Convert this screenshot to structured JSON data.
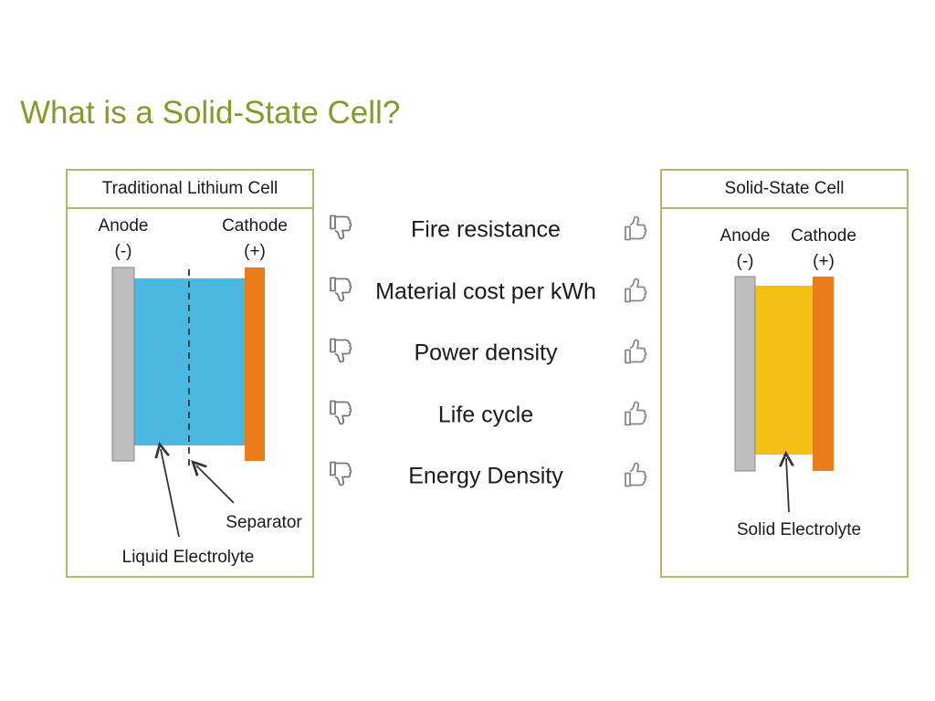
{
  "title": "What is a Solid-State Cell?",
  "left": {
    "header": "Traditional Lithium Cell",
    "anode": "Anode",
    "anode_sign": "(-)",
    "cathode": "Cathode",
    "cathode_sign": "(+)",
    "separator": "Separator",
    "electrolyte": "Liquid Electrolyte"
  },
  "right": {
    "header": "Solid-State Cell",
    "anode": "Anode",
    "anode_sign": "(-)",
    "cathode": "Cathode",
    "cathode_sign": "(+)",
    "electrolyte": "Solid Electrolyte"
  },
  "comparisons": [
    "Fire resistance",
    "Material cost per kWh",
    "Power density",
    "Life cycle",
    "Energy Density"
  ],
  "colors": {
    "title": "#7f9c2c",
    "border": "#aabd6c",
    "liquid": "#4ab8e0",
    "solid": "#f5c016",
    "cathode": "#ea7d1a",
    "anode": "#bdbdbd"
  }
}
